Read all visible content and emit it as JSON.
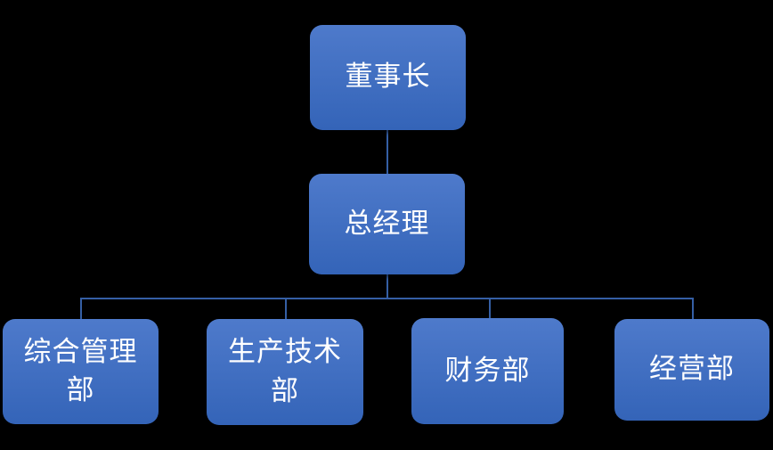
{
  "diagram": {
    "type": "org-chart",
    "nodes": [
      {
        "id": "chairman",
        "label": "董事长",
        "level": 1,
        "parent": null
      },
      {
        "id": "general-manager",
        "label": "总经理",
        "level": 2,
        "parent": "chairman"
      },
      {
        "id": "dept-admin",
        "label": "综合管理部",
        "level": 3,
        "parent": "general-manager"
      },
      {
        "id": "dept-prodtech",
        "label": "生产技术部",
        "level": 3,
        "parent": "general-manager"
      },
      {
        "id": "dept-finance",
        "label": "财务部",
        "level": 3,
        "parent": "general-manager"
      },
      {
        "id": "dept-operations",
        "label": "经营部",
        "level": 3,
        "parent": "general-manager"
      }
    ]
  },
  "colors": {
    "background": "#000000",
    "box_gradient_top": "#4e7acb",
    "box_gradient_bottom": "#3464b8",
    "connector": "#355fa5",
    "text": "#ffffff"
  }
}
